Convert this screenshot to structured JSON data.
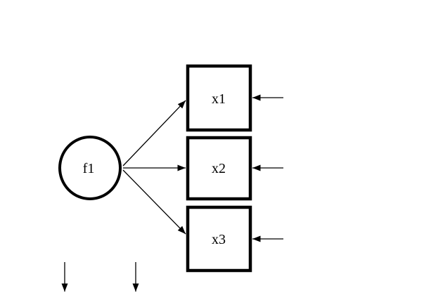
{
  "diagram": {
    "kind": "factor-analysis-path-diagram",
    "colors": {
      "background": "#ffffff",
      "stroke": "#000000",
      "node_fill": "#ffffff"
    },
    "latent_factor": {
      "label": "f1",
      "shape": "circle"
    },
    "observed_variables": [
      {
        "label": "x1",
        "shape": "rectangle"
      },
      {
        "label": "x2",
        "shape": "rectangle"
      },
      {
        "label": "x3",
        "shape": "rectangle"
      }
    ],
    "loading_arrows": [
      {
        "from": "f1",
        "to": "x1"
      },
      {
        "from": "f1",
        "to": "x2"
      },
      {
        "from": "f1",
        "to": "x3"
      }
    ],
    "error_arrows": [
      {
        "into": "x1",
        "enters_from": "right"
      },
      {
        "into": "x2",
        "enters_from": "right"
      },
      {
        "into": "x3",
        "enters_from": "right"
      }
    ],
    "stray_arrows": [
      {
        "direction": "down",
        "position": "bottom-left-1"
      },
      {
        "direction": "down",
        "position": "bottom-left-2"
      }
    ]
  }
}
